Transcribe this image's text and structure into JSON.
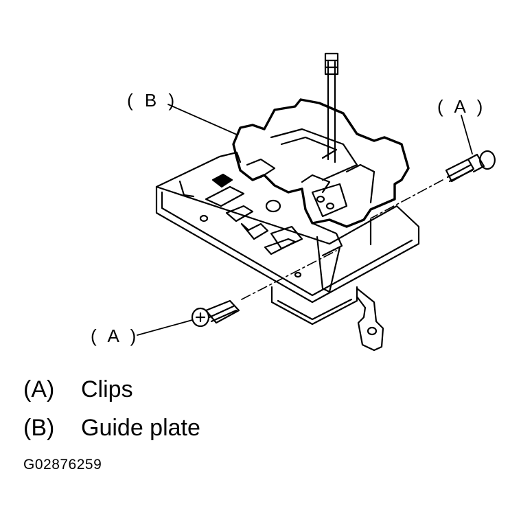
{
  "callouts": {
    "top_left": "( B )",
    "top_right": "( A )",
    "bottom_left": "( A )"
  },
  "legend": [
    {
      "key": "(A)",
      "label": "Clips"
    },
    {
      "key": "(B)",
      "label": "Guide plate"
    }
  ],
  "figure_id": "G02876259"
}
